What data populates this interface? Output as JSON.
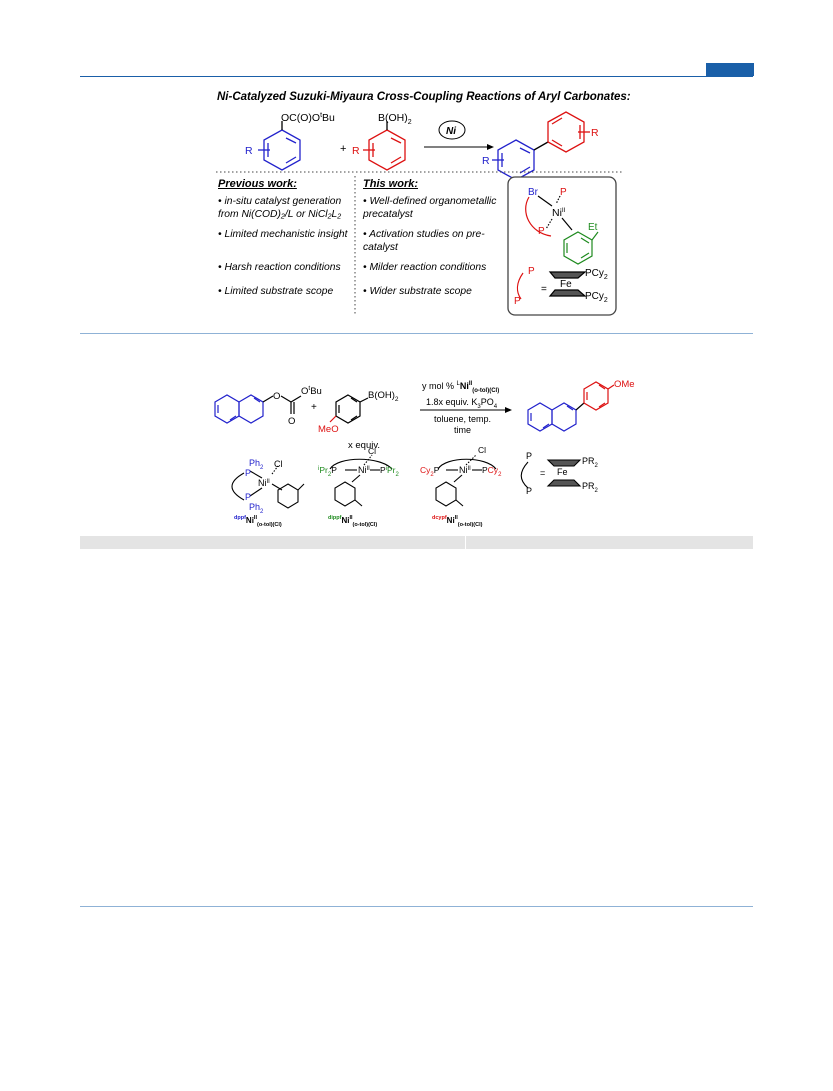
{
  "page": {
    "accent_color": "#1a5fa8",
    "rule_color": "#8fb2d6"
  },
  "scheme1": {
    "title": "Ni-Catalyzed Suzuki-Miyaura Cross-Coupling Reactions of Aryl Carbonates:",
    "left_sub": "OC(O)O",
    "left_sub_sup": "t",
    "left_sub_end": "Bu",
    "right_sub": "B(OH)",
    "right_sub_sub": "2",
    "r_label": "R",
    "plus": "+",
    "ni": "Ni",
    "previous": {
      "header": "Previous work:",
      "items": [
        "• in-situ catalyst generation from Ni(COD)₂/L or NiCl₂L₂",
        "• Limited mechanistic insight",
        "• Harsh reaction conditions",
        "• Limited substrate scope"
      ]
    },
    "this_work": {
      "header": "This work:",
      "items": [
        "• Well-defined organometallic precatalyst",
        "• Activation studies on pre-catalyst",
        "• Milder reaction conditions",
        "• Wider substrate scope"
      ]
    },
    "box": {
      "br": "Br",
      "p": "P",
      "ni": "Ni",
      "ni_sup": "II",
      "et": "Et",
      "fe": "Fe",
      "pcy2": "PCy",
      "pcy2_sub": "2",
      "equals": "="
    }
  },
  "scheme2": {
    "conditions": {
      "line1_prefix": "y mol % ",
      "line1_sup": "L",
      "line1_ni": "Ni",
      "line1_ni_sup": "II",
      "line1_sub": "(o-tol)(Cl)",
      "line2": "1.8x equiv. K",
      "line2_sub3": "3",
      "line2_po": "PO",
      "line2_sub4": "4",
      "line3": "toluene, temp.",
      "line4": "time"
    },
    "reagent_note": "x equiv.",
    "ome": "OMe",
    "meo": "MeO",
    "boh2": "B(OH)",
    "boh2_sub": "2",
    "carbonate_sup": "t",
    "carbonate_bu": "Bu",
    "o": "O",
    "plus": "+",
    "catalysts": [
      {
        "sup": "dppf",
        "name": "Ni",
        "ni_sup": "II",
        "sub": "(o-tol)(Cl)",
        "sup_color": "#2222cc"
      },
      {
        "sup": "dippf",
        "name": "Ni",
        "ni_sup": "II",
        "sub": "(o-tol)(Cl)",
        "sup_color": "#1e8a1e"
      },
      {
        "sup": "dcypf",
        "name": "Ni",
        "ni_sup": "II",
        "sub": "(o-tol)(Cl)",
        "sup_color": "#dd1111"
      }
    ],
    "labels": {
      "ph2": "Ph",
      "sub2": "2",
      "cl": "Cl",
      "p": "P",
      "ni": "Ni",
      "ni_sup": "II",
      "ipr2_i": "i",
      "ipr2": "Pr",
      "cy2": "Cy",
      "fe": "Fe",
      "pr2": "PR",
      "equals": "="
    }
  }
}
